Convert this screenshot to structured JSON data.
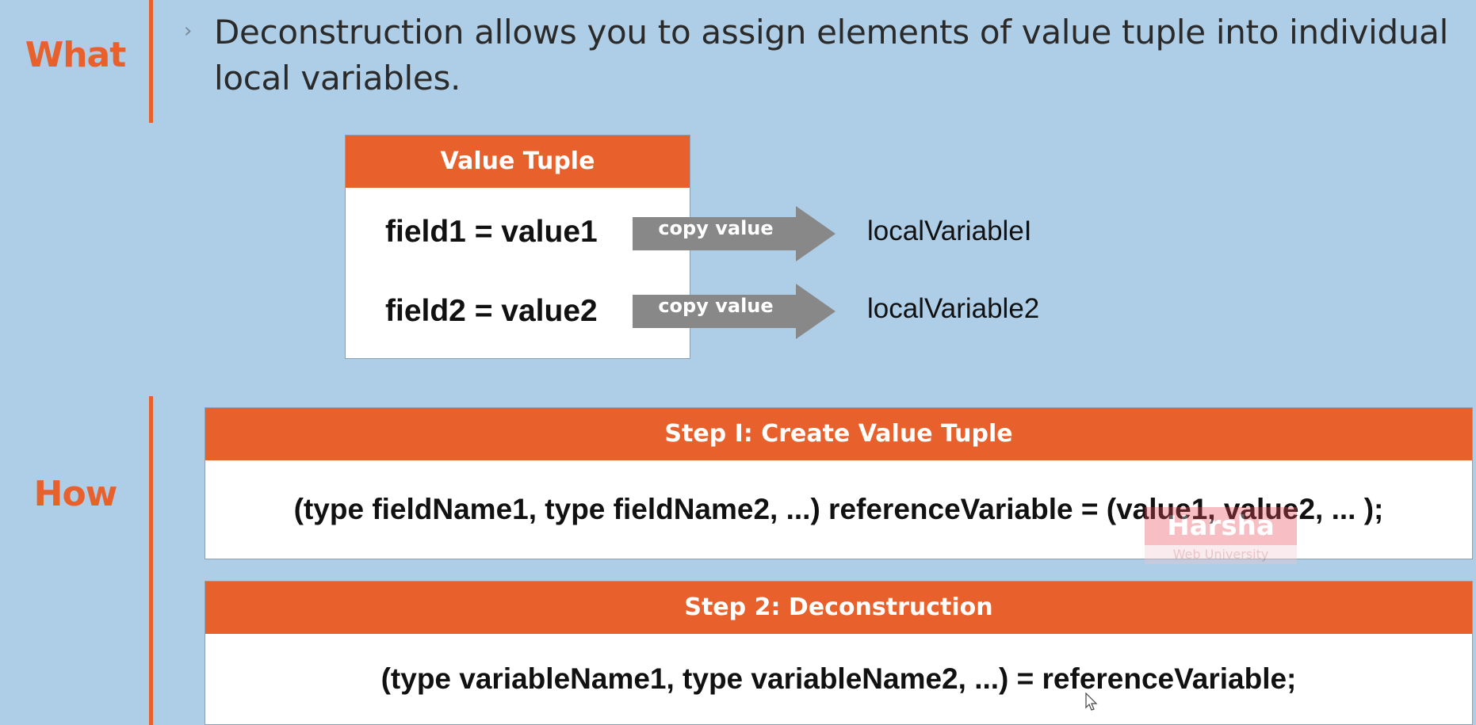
{
  "what": {
    "label": "What",
    "bullet": "›",
    "intro": "Deconstruction allows you to assign elements of value tuple into individual local variables."
  },
  "tuple": {
    "title": "Value Tuple",
    "rows": [
      {
        "field": "field1 = value1",
        "arrow": "copy value",
        "local": "localVariableI"
      },
      {
        "field": "field2 = value2",
        "arrow": "copy value",
        "local": "localVariable2"
      }
    ]
  },
  "how": {
    "label": "How",
    "steps": [
      {
        "title": "Step I: Create Value Tuple",
        "code": "(type fieldName1, type fieldName2, ...)  referenceVariable = (value1, value2, ... );"
      },
      {
        "title": "Step 2: Deconstruction",
        "code": "(type variableName1, type variableName2, ...) = referenceVariable;"
      }
    ]
  },
  "watermark": {
    "brand": "Harsha",
    "sub": "Web University"
  },
  "colors": {
    "accent": "#e8612c",
    "background": "#aecde6",
    "arrow": "#888888"
  }
}
